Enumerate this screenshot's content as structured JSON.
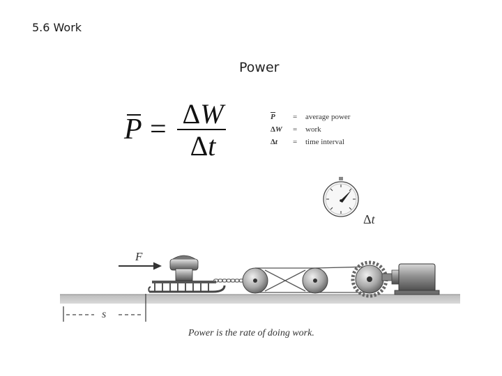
{
  "slide": {
    "title": "5.6 Work"
  },
  "figure": {
    "title": "Power",
    "equation": {
      "lhs": "P",
      "equals": "=",
      "numerator_delta": "Δ",
      "numerator_var": "W",
      "denominator_delta": "Δ",
      "denominator_var": "t"
    },
    "legend": [
      {
        "symbol": "P",
        "equals": "=",
        "description": "average power"
      },
      {
        "symbol_delta": "Δ",
        "symbol": "W",
        "equals": "=",
        "description": "work"
      },
      {
        "symbol_delta": "Δ",
        "symbol": "t",
        "equals": "=",
        "description": "time interval"
      }
    ],
    "stopwatch_label_delta": "Δ",
    "stopwatch_label_var": "t",
    "force_label": "F",
    "distance_label": "s",
    "caption": "Power is the rate of doing work."
  }
}
